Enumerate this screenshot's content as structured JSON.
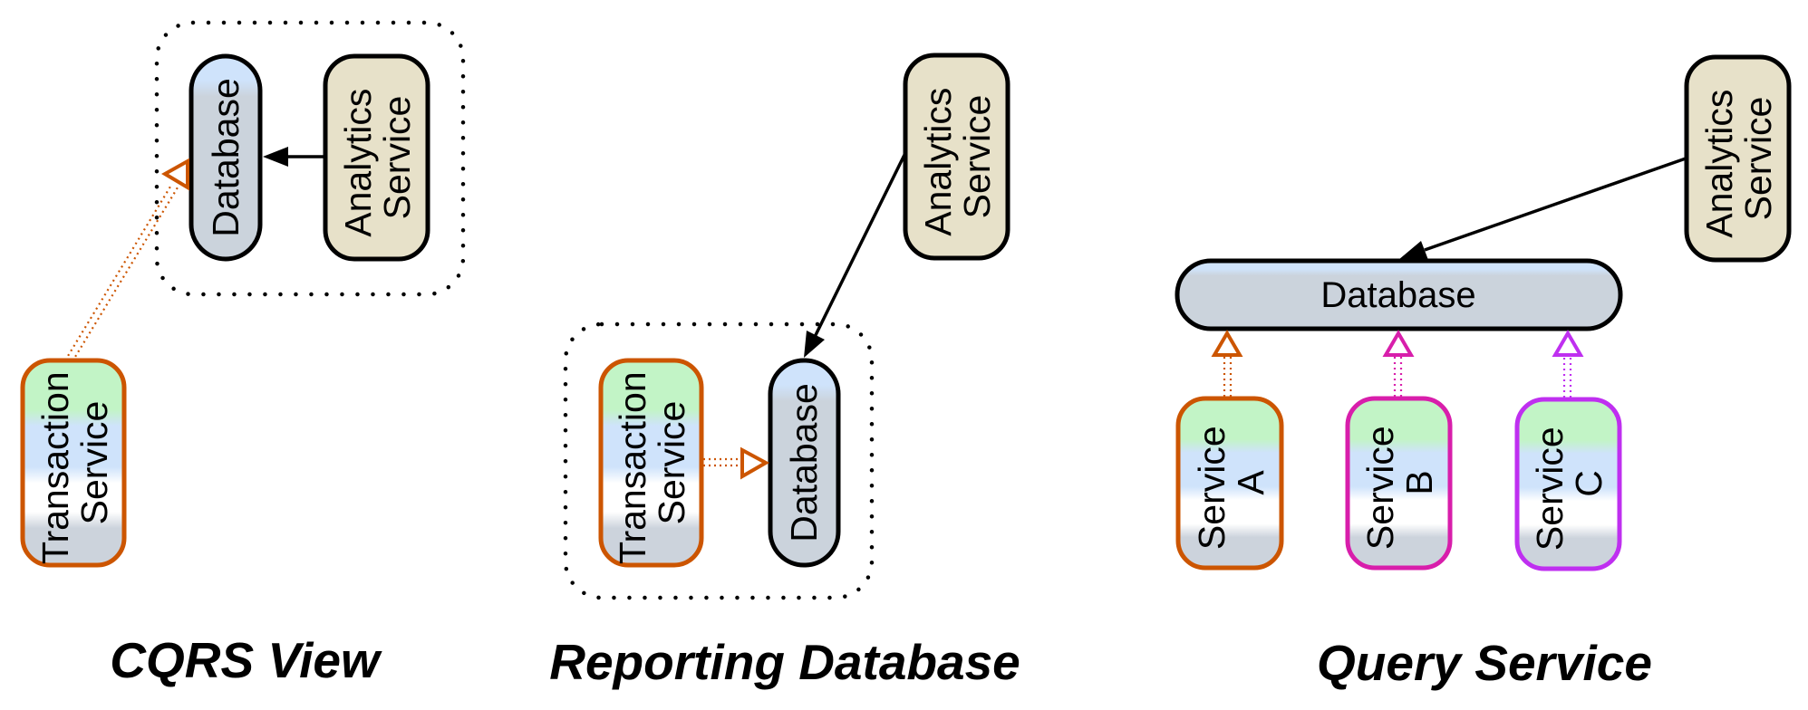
{
  "colors": {
    "stroke_default": "#000000",
    "analytics_fill": "#e7e1c9",
    "db_top": "#cfe3fb",
    "db_body": "#cbd3dc",
    "service_green": "#c2f4c6",
    "service_blue": "#cfe3fb",
    "service_white": "#ffffff",
    "service_grey": "#ccd3dc",
    "transaction_border": "#cc5500",
    "service_a_border": "#cc5500",
    "service_b_border": "#d81eab",
    "service_c_border": "#bf2ff0"
  },
  "panels": [
    {
      "id": "cqrs",
      "title": "CQRS View",
      "nodes": {
        "database": {
          "lines": [
            "Database"
          ]
        },
        "analytics": {
          "lines": [
            "Analytics",
            "Service"
          ]
        },
        "transaction": {
          "lines": [
            "Transaction",
            "Service"
          ]
        }
      },
      "edges": [
        {
          "from": "analytics",
          "to": "database",
          "style": "solid",
          "arrow": "filled"
        },
        {
          "from": "transaction",
          "to": "database",
          "style": "dotted",
          "arrow": "hollow"
        }
      ]
    },
    {
      "id": "reporting",
      "title": "Reporting Database",
      "nodes": {
        "transaction": {
          "lines": [
            "Transaction",
            "Service"
          ]
        },
        "database": {
          "lines": [
            "Database"
          ]
        },
        "analytics": {
          "lines": [
            "Analytics",
            "Service"
          ]
        }
      },
      "edges": [
        {
          "from": "transaction",
          "to": "database",
          "style": "dotted",
          "arrow": "hollow"
        },
        {
          "from": "analytics",
          "to": "database",
          "style": "solid",
          "arrow": "filled"
        }
      ]
    },
    {
      "id": "query",
      "title": "Query Service",
      "nodes": {
        "database": {
          "lines": [
            "Database"
          ]
        },
        "analytics": {
          "lines": [
            "Analytics",
            "Service"
          ]
        },
        "service_a": {
          "lines": [
            "Service",
            "A"
          ]
        },
        "service_b": {
          "lines": [
            "Service",
            "B"
          ]
        },
        "service_c": {
          "lines": [
            "Service",
            "C"
          ]
        }
      },
      "edges": [
        {
          "from": "analytics",
          "to": "database",
          "style": "solid",
          "arrow": "filled"
        },
        {
          "from": "service_a",
          "to": "database",
          "style": "dotted",
          "arrow": "hollow"
        },
        {
          "from": "service_b",
          "to": "database",
          "style": "dotted",
          "arrow": "hollow"
        },
        {
          "from": "service_c",
          "to": "database",
          "style": "dotted",
          "arrow": "hollow"
        }
      ]
    }
  ]
}
